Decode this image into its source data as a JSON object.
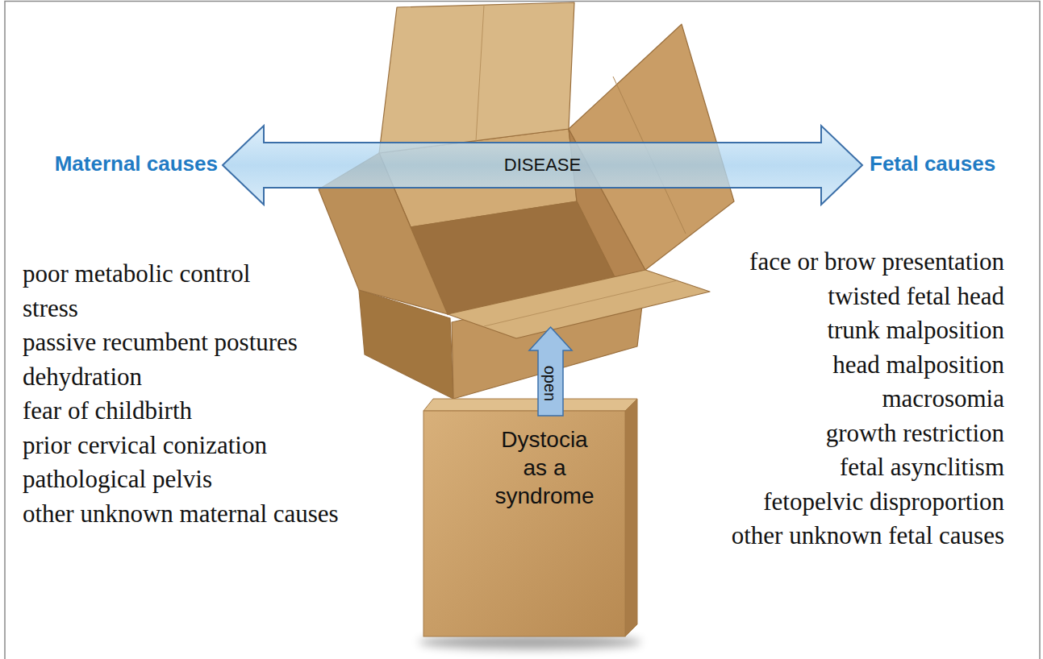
{
  "diagram": {
    "nodes": [
      {
        "text": [
          "DISEASE"
        ]
      },
      {
        "text": [
          "Dystocia as a syndrome"
        ]
      },
      {
        "text": [
          "open"
        ]
      }
    ],
    "labels": [
      "Maternal causes",
      "Fetal causes",
      "poor metabolic control",
      "stress",
      "passive recumbent postures",
      "dehydration",
      "fear of childbirth",
      "prior cervical conization",
      "pathological pelvis",
      "other unknown maternal causes",
      "face or brow presentation",
      "twisted fetal head",
      "trunk malposition",
      "head malposition",
      "macrosomia",
      "growth restriction",
      "fetal asynclitism",
      "fetopelvic disproportion",
      "other unknown fetal causes"
    ]
  }
}
